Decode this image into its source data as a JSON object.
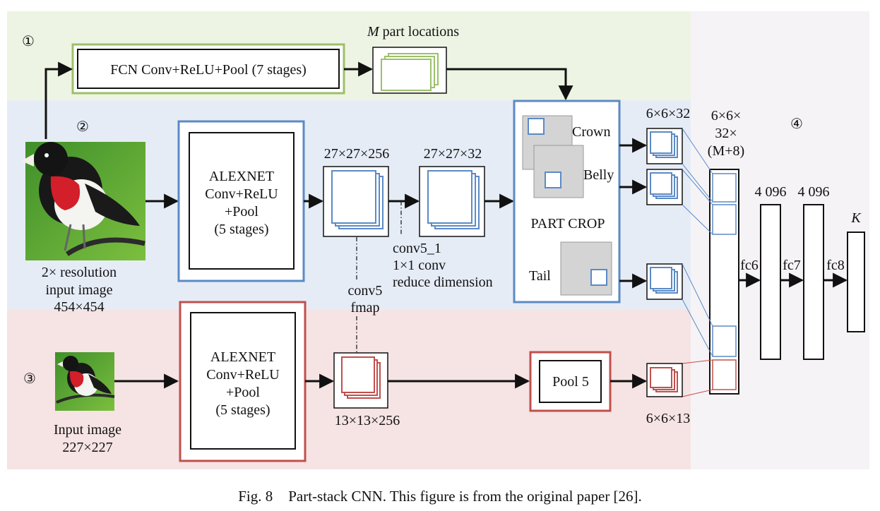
{
  "colors": {
    "band1": "#eef4e3",
    "band2": "#e6ecf6",
    "band3": "#f6e3e3",
    "band4": "#f5f3f6",
    "green": "#9cc06a",
    "blue": "#5b8ac6",
    "red": "#c0504d",
    "gray": "#d4d4d4"
  },
  "section_markers": [
    "①",
    "②",
    "③",
    "④"
  ],
  "top": {
    "fcn_label": "FCN Conv+ReLU+Pool (7 stages)",
    "part_locations_m": "M",
    "part_locations_rest": " part locations"
  },
  "middle": {
    "input_caption": [
      "2× resolution",
      "input image",
      "454×454"
    ],
    "alexnet_label": [
      "ALEXNET",
      "Conv+ReLU",
      "+Pool",
      "(5 stages)"
    ],
    "fmap1_dims": "27×27×256",
    "fmap2_dims": "27×27×32",
    "conv51_label": [
      "conv5_1",
      "1×1 conv",
      "reduce dimension"
    ],
    "conv5_fmap": [
      "conv5",
      "fmap"
    ],
    "part_crop_title": "PART CROP",
    "parts": [
      "Crown",
      "Belly",
      "Tail"
    ],
    "crop_dims": "6×6×32",
    "stack_dims": [
      "6×6×",
      "32×",
      "(M+8)"
    ]
  },
  "bottom": {
    "input_caption": [
      "Input image",
      "227×227"
    ],
    "alexnet_label": [
      "ALEXNET",
      "Conv+ReLU",
      "+Pool",
      "(5 stages)"
    ],
    "fmap_dims": "13×13×256",
    "pool_label": "Pool 5",
    "pool_dims": "6×6×13"
  },
  "fc": {
    "fc6": "fc6",
    "fc7": "fc7",
    "fc8": "fc8",
    "fc6_units": "4 096",
    "fc7_units": "4 096",
    "output_k": "K"
  },
  "caption": {
    "fig_num": "Fig. 8",
    "text": "Part-stack CNN. This figure is from the original paper [26]."
  }
}
